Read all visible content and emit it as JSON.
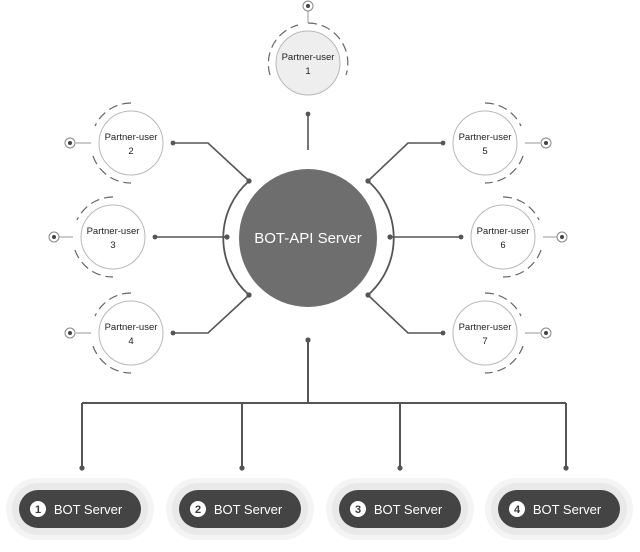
{
  "hub": {
    "label": "BOT-API Server"
  },
  "partners": [
    {
      "name": "Partner-user",
      "number": "1"
    },
    {
      "name": "Partner-user",
      "number": "2"
    },
    {
      "name": "Partner-user",
      "number": "3"
    },
    {
      "name": "Partner-user",
      "number": "4"
    },
    {
      "name": "Partner-user",
      "number": "5"
    },
    {
      "name": "Partner-user",
      "number": "6"
    },
    {
      "name": "Partner-user",
      "number": "7"
    }
  ],
  "servers": [
    {
      "badge": "1",
      "label": "BOT Server"
    },
    {
      "badge": "2",
      "label": "BOT Server"
    },
    {
      "badge": "3",
      "label": "BOT Server"
    },
    {
      "badge": "4",
      "label": "BOT Server"
    }
  ],
  "colors": {
    "hub": "#6e6e6e",
    "line": "#555555",
    "node_stroke": "#b8b8b8",
    "node_fill_highlight": "#eeeeee",
    "server_fill": "#444444",
    "server_glow": "#ececec"
  }
}
